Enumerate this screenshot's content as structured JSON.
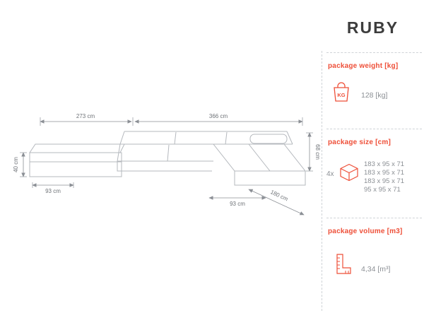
{
  "title": "RUBY",
  "diagram": {
    "dimensions": {
      "top_left": "273 cm",
      "top_right": "366 cm",
      "left_height": "40 cm",
      "bottom_left": "93 cm",
      "bottom_middle": "93 cm",
      "diagonal_right": "180 cm",
      "right_height": "68 cm"
    }
  },
  "sidebar": {
    "accent_color": "#ee4f38",
    "sections": [
      {
        "header": "package weight [kg]",
        "icon": "kg-bag-icon",
        "value": "128 [kg]"
      },
      {
        "header": "package size [cm]",
        "icon": "package-box-icon",
        "quantity": "4x",
        "values": [
          "183 x 95 x 71",
          "183 x 95 x 71",
          "183 x 95 x 71",
          "95 x 95 x 71"
        ]
      },
      {
        "header": "package volume [m3]",
        "icon": "ruler-icon",
        "value": "4,34 [m³]"
      }
    ]
  }
}
